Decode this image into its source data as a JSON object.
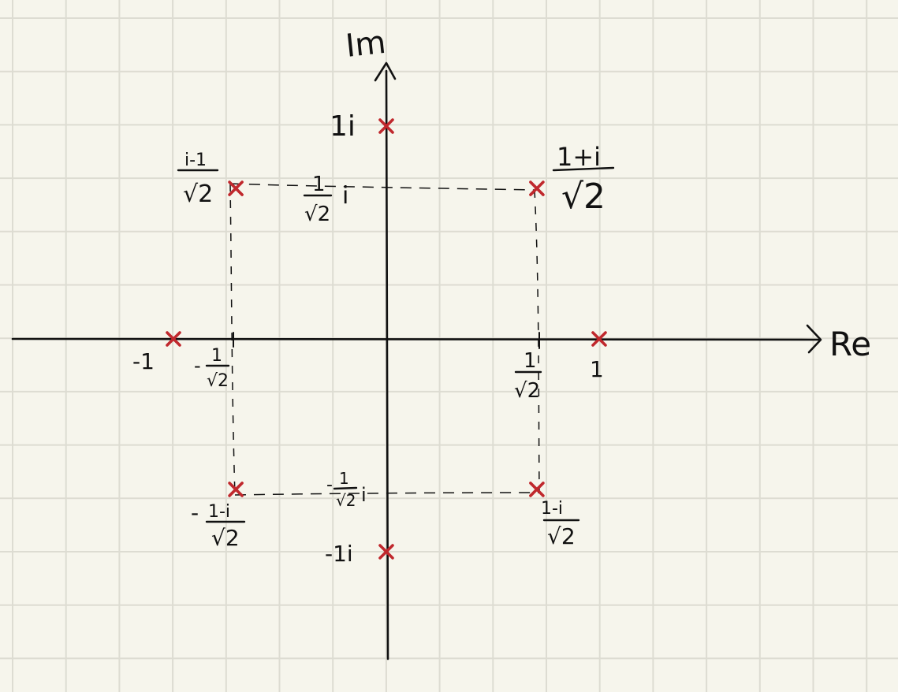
{
  "axes": {
    "real_label": "Re",
    "imag_label": "Im"
  },
  "points": [
    {
      "id": "one",
      "value": "1"
    },
    {
      "id": "minus-one",
      "value": "-1"
    },
    {
      "id": "i",
      "value": "1i"
    },
    {
      "id": "minus-i",
      "value": "-1i"
    },
    {
      "id": "q1",
      "value": "(1+i)/√2"
    },
    {
      "id": "q2",
      "value": "(i-1)/√2"
    },
    {
      "id": "q3",
      "value": "-(1-i)/√2"
    },
    {
      "id": "q4",
      "value": "(1-i)/√2"
    }
  ],
  "labels": {
    "one": "1",
    "minus_one": "-1",
    "i": "1i",
    "minus_i": "-1i",
    "q1_num": "1+i",
    "q1_den": "√2",
    "q2_num": "i-1",
    "q2_den": "√2",
    "q3_prefix": "-",
    "q3_num": "1-i",
    "q3_den": "√2",
    "q4_num": "1-i",
    "q4_den": "√2",
    "re_pos_num": "1",
    "re_pos_den": "√2",
    "re_neg_prefix": "-",
    "re_neg_num": "1",
    "re_neg_den": "√2",
    "im_pos_num": "1",
    "im_pos_den": "√2",
    "im_pos_suffix": "i",
    "im_neg_prefix": "-",
    "im_neg_num": "1",
    "im_neg_den": "√2",
    "im_neg_suffix": "i"
  },
  "colors": {
    "background": "#f6f5ec",
    "grid": "#dddcd2",
    "ink": "#111111",
    "marker": "#c0282d"
  }
}
